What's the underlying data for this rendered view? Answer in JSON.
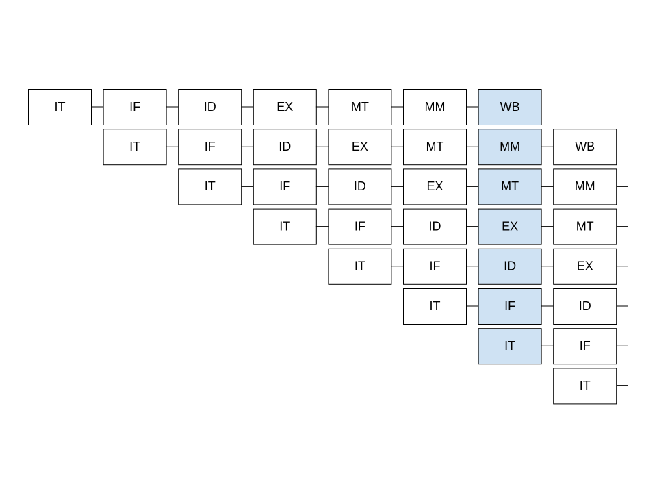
{
  "colors": {
    "box_fill": "#ffffff",
    "highlight_fill": "#cfe2f3",
    "stroke": "#000000"
  },
  "highlighted_column": 6,
  "rows": [
    {
      "start": 0,
      "stages": [
        "IT",
        "IF",
        "ID",
        "EX",
        "MT",
        "MM",
        "WB"
      ],
      "tail_connector": false
    },
    {
      "start": 1,
      "stages": [
        "IT",
        "IF",
        "ID",
        "EX",
        "MT",
        "MM",
        "WB"
      ],
      "tail_connector": false
    },
    {
      "start": 2,
      "stages": [
        "IT",
        "IF",
        "ID",
        "EX",
        "MT",
        "MM"
      ],
      "tail_connector": true
    },
    {
      "start": 3,
      "stages": [
        "IT",
        "IF",
        "ID",
        "EX",
        "MT"
      ],
      "tail_connector": true
    },
    {
      "start": 4,
      "stages": [
        "IT",
        "IF",
        "ID",
        "EX"
      ],
      "tail_connector": true
    },
    {
      "start": 5,
      "stages": [
        "IT",
        "IF",
        "ID"
      ],
      "tail_connector": true
    },
    {
      "start": 6,
      "stages": [
        "IT",
        "IF"
      ],
      "tail_connector": true
    },
    {
      "start": 7,
      "stages": [
        "IT"
      ],
      "tail_connector": true
    }
  ]
}
